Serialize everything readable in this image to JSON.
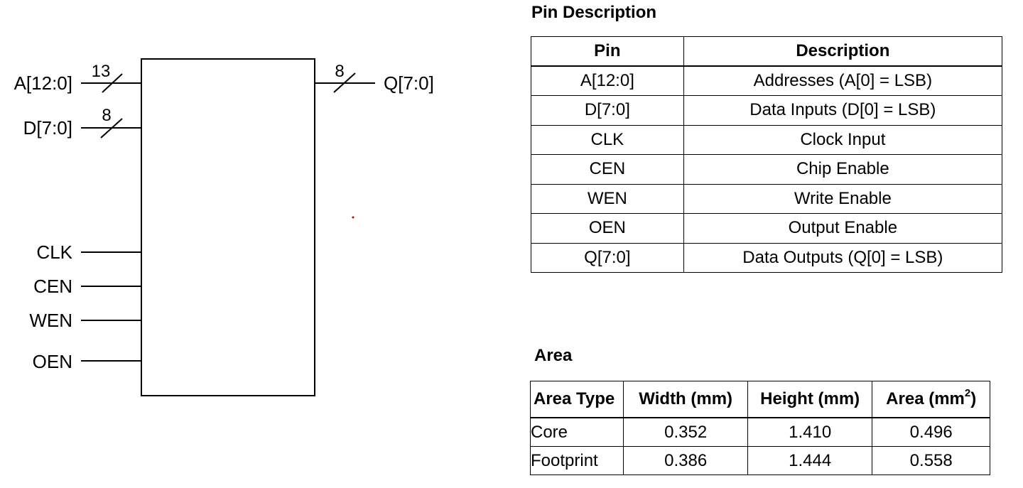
{
  "diagram": {
    "inputs": {
      "addr": {
        "label": "A[12:0]",
        "width": "13"
      },
      "data": {
        "label": "D[7:0]",
        "width": "8"
      },
      "clk": {
        "label": "CLK"
      },
      "cen": {
        "label": "CEN"
      },
      "wen": {
        "label": "WEN"
      },
      "oen": {
        "label": "OEN"
      }
    },
    "outputs": {
      "q": {
        "label": "Q[7:0]",
        "width": "8"
      }
    }
  },
  "pin_description": {
    "title": "Pin Description",
    "headers": {
      "pin": "Pin",
      "description": "Description"
    },
    "rows": [
      {
        "pin": "A[12:0]",
        "description": "Addresses (A[0] = LSB)"
      },
      {
        "pin": "D[7:0]",
        "description": "Data Inputs (D[0] = LSB)"
      },
      {
        "pin": "CLK",
        "description": "Clock Input"
      },
      {
        "pin": "CEN",
        "description": "Chip Enable"
      },
      {
        "pin": "WEN",
        "description": "Write Enable"
      },
      {
        "pin": "OEN",
        "description": "Output Enable"
      },
      {
        "pin": "Q[7:0]",
        "description": "Data Outputs (Q[0] = LSB)"
      }
    ]
  },
  "area": {
    "title": "Area",
    "headers": {
      "type": "Area Type",
      "width": "Width (mm)",
      "height": "Height (mm)",
      "area_prefix": "Area (mm",
      "area_sup": "2",
      "area_suffix": ")"
    },
    "rows": [
      {
        "type": "Core",
        "width": "0.352",
        "height": "1.410",
        "area": "0.496"
      },
      {
        "type": "Footprint",
        "width": "0.386",
        "height": "1.444",
        "area": "0.558"
      }
    ]
  }
}
